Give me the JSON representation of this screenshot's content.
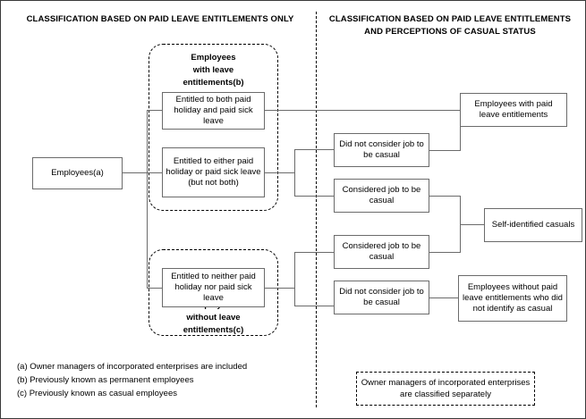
{
  "figure": {
    "title_left": "CLASSIFICATION BASED ON PAID LEAVE ENTITLEMENTS ONLY",
    "title_right": "CLASSIFICATION BASED ON PAID LEAVE ENTITLEMENTS AND PERCEPTIONS OF CASUAL STATUS"
  },
  "colors": {
    "border": "#6b6b6b",
    "frame": "#3a3a3a",
    "text": "#000000",
    "background": "#ffffff"
  },
  "source_node": {
    "label": "Employees(a)"
  },
  "groups": [
    {
      "id": "with-leave",
      "label": "Employees\nwith leave\nentitlements(b)",
      "label_lines": [
        "Employees",
        "with leave",
        "entitlements(b)"
      ]
    },
    {
      "id": "without-leave",
      "label": "Employees\nwithout leave\nentitlements(c)",
      "label_lines": [
        "Employees",
        "without leave",
        "entitlements(c)"
      ]
    }
  ],
  "entitlement_nodes": [
    {
      "id": "both",
      "label": "Entitled to both paid holiday and paid sick leave"
    },
    {
      "id": "either",
      "label": "Entitled to either paid holiday or paid sick leave (but not both)"
    },
    {
      "id": "neither",
      "label": "Entitled to neither paid holiday nor paid sick leave"
    }
  ],
  "perception_nodes": [
    {
      "id": "p1",
      "label": "Did not consider job to be casual"
    },
    {
      "id": "p2",
      "label": "Considered job to be casual"
    },
    {
      "id": "p3",
      "label": "Considered job to be casual"
    },
    {
      "id": "p4",
      "label": "Did not consider job to be casual"
    }
  ],
  "outcome_nodes": [
    {
      "id": "o1",
      "label": "Employees with paid leave entitlements"
    },
    {
      "id": "o2",
      "label": "Self-identified casuals"
    },
    {
      "id": "o3",
      "label": "Employees without paid leave entitlements who did not identify as casual"
    }
  ],
  "note": {
    "text": "Owner managers of incorporated enterprises are classified separately"
  },
  "footnotes": [
    "(a) Owner managers of incorporated enterprises are included",
    "(b) Previously known as permanent employees",
    "(c) Previously known as casual employees"
  ]
}
